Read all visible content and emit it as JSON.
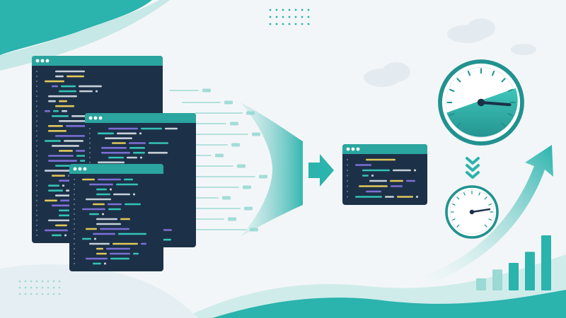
{
  "colors": {
    "background": "#f3f6f8",
    "teal": "#2bb3ad",
    "teal_dark": "#1a8f8c",
    "teal_light": "#9ad9d4",
    "window_bg": "#1c3148",
    "window_titlebar": "#2aa59f",
    "code_teal": "#34c3b6",
    "code_gray": "#c7d0d8",
    "code_yellow": "#e2c75a",
    "code_purple": "#7c6fd6",
    "gauge_ring": "#21928f",
    "gauge_needle": "#1c3148"
  },
  "icons": {
    "source_windows": "code-editor-window-icon",
    "funnel": "compression-funnel-icon",
    "arrow": "arrow-right-icon",
    "result_window": "minified-code-window-icon",
    "gauges": "speedometer-icon",
    "chevrons": "chevron-down-icon",
    "trend": "growth-arrow-icon",
    "bars": "bar-chart-icon",
    "clouds": "cloud-icon"
  },
  "bar_chart": {
    "relative_heights": [
      0.22,
      0.38,
      0.5,
      0.7,
      1.0
    ]
  },
  "gauges": {
    "large_needle_level": 0.85,
    "small_needle_level": 0.8
  }
}
